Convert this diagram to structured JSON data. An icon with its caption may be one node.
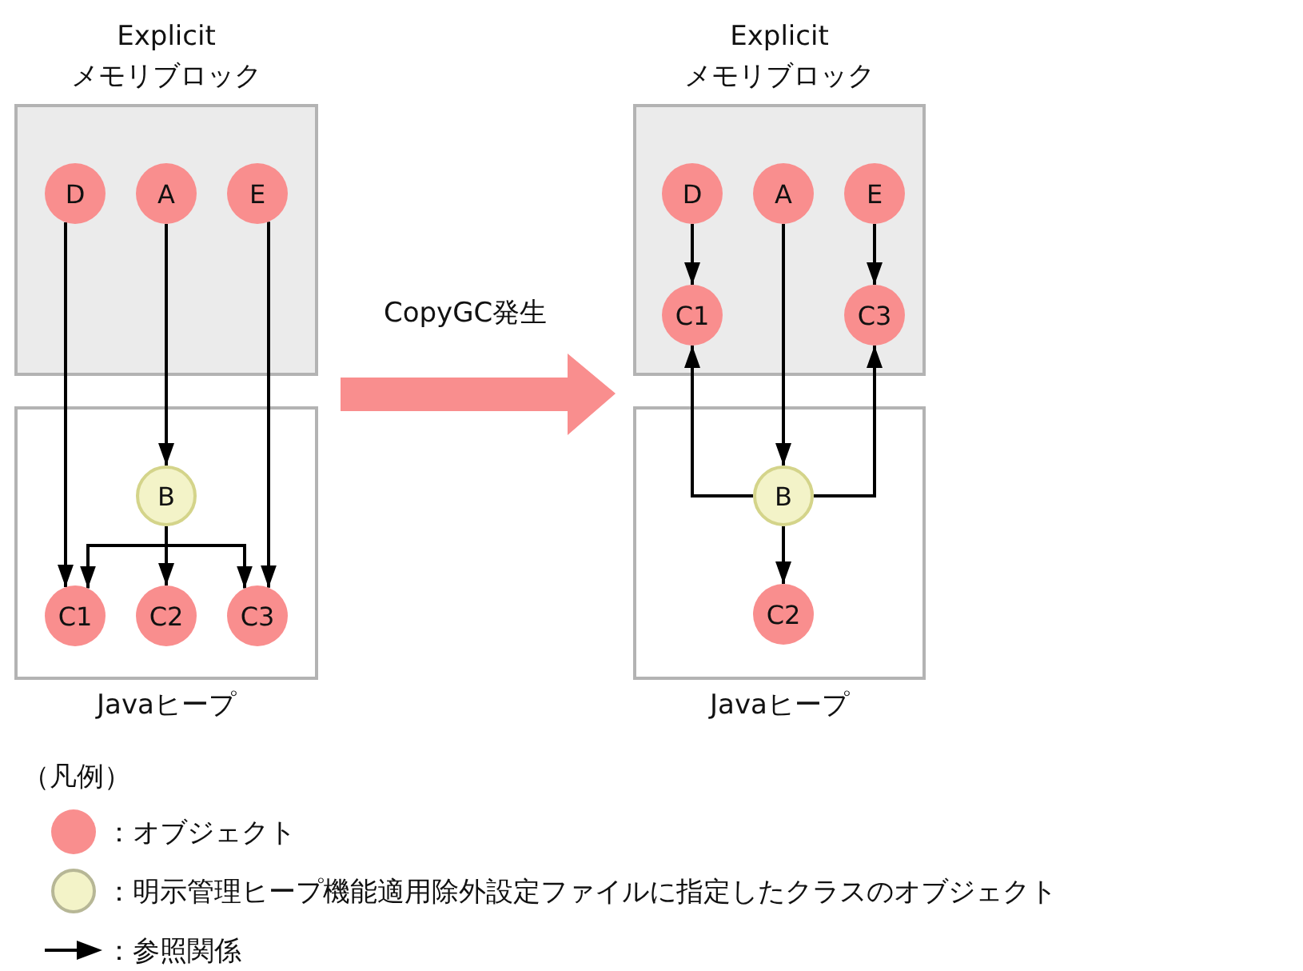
{
  "diagram": {
    "nodes": [
      {
        "text": [
          "Explicit メモリブロック"
        ]
      },
      {
        "text": [
          "D"
        ],
        "in": 0
      },
      {
        "text": [
          "A"
        ],
        "in": 0
      },
      {
        "text": [
          "E"
        ],
        "in": 0
      },
      {
        "text": [
          "Javaヒープ"
        ]
      },
      {
        "text": [
          "B"
        ],
        "in": 4
      },
      {
        "text": [
          "C1"
        ],
        "in": 4
      },
      {
        "text": [
          "C2"
        ],
        "in": 4
      },
      {
        "text": [
          "C3"
        ],
        "in": 4
      },
      {
        "text": [
          "Explicit メモリブロック"
        ]
      },
      {
        "text": [
          "D"
        ],
        "in": 9
      },
      {
        "text": [
          "A"
        ],
        "in": 9
      },
      {
        "text": [
          "E"
        ],
        "in": 9
      },
      {
        "text": [
          "C1"
        ],
        "in": 9
      },
      {
        "text": [
          "C3"
        ],
        "in": 9
      },
      {
        "text": [
          "Javaヒープ"
        ]
      },
      {
        "text": [
          "B"
        ],
        "in": 15
      },
      {
        "text": [
          "C2"
        ],
        "in": 15
      }
    ],
    "edges": [
      {
        "from": 1,
        "to": 6,
        "arrow": "to"
      },
      {
        "from": 2,
        "to": 5,
        "arrow": "to"
      },
      {
        "from": 3,
        "to": 8,
        "arrow": "to"
      },
      {
        "from": 5,
        "to": 6,
        "arrow": "to"
      },
      {
        "from": 5,
        "to": 7,
        "arrow": "to"
      },
      {
        "from": 5,
        "to": 8,
        "arrow": "to"
      },
      {
        "from": 10,
        "to": 13,
        "arrow": "to"
      },
      {
        "from": 11,
        "to": 16,
        "arrow": "to"
      },
      {
        "from": 12,
        "to": 14,
        "arrow": "to"
      },
      {
        "from": 16,
        "to": 13,
        "arrow": "to"
      },
      {
        "from": 16,
        "to": 14,
        "arrow": "to"
      },
      {
        "from": 16,
        "to": 17,
        "arrow": "to"
      }
    ],
    "labels": [
      "CopyGC発生",
      "（凡例）"
    ],
    "legend": [
      {
        "text": "：オブジェクト",
        "color": "#f98e8e"
      },
      {
        "text": "：明示管理ヒープ機能適用除外設定ファイルに指定したクラスのオブジェクト",
        "color": "#f3f3c8"
      },
      {
        "text": "：参照関係"
      }
    ]
  }
}
